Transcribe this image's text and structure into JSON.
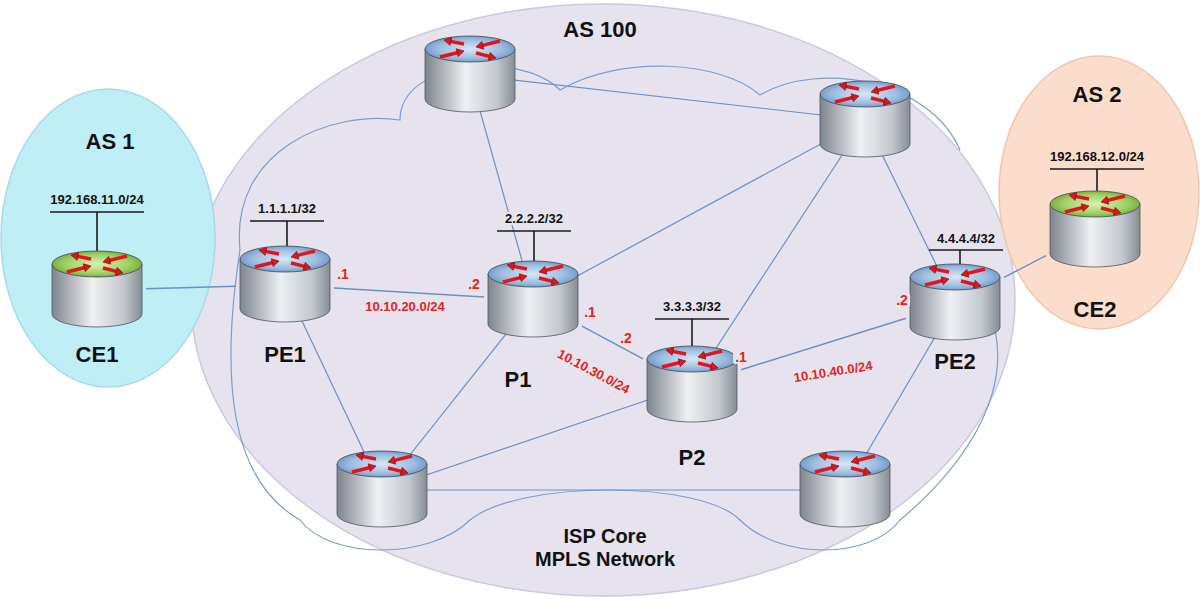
{
  "diagram": {
    "nodes": [
      {
        "text": [
          "AS 1"
        ]
      },
      {
        "text": [
          "AS 100",
          "ISP Core MPLS Network"
        ]
      },
      {
        "text": [
          "AS 2"
        ]
      },
      {
        "text": [
          "CE1"
        ],
        "in": 0
      },
      {
        "text": [
          "PE1"
        ],
        "in": 1
      },
      {
        "text": [
          "P1"
        ],
        "in": 1
      },
      {
        "text": [
          "P2"
        ],
        "in": 1
      },
      {
        "text": [
          "PE2"
        ],
        "in": 1
      },
      {
        "text": [
          "CE2"
        ],
        "in": 2
      }
    ],
    "edges": [
      {
        "from": 3,
        "to": 4,
        "arrow": "none"
      },
      {
        "from": 4,
        "to": 5,
        "arrow": "none",
        "label": "10.10.20.0/24"
      },
      {
        "from": 5,
        "to": 6,
        "arrow": "none",
        "label": "10.10.30.0/24"
      },
      {
        "from": 6,
        "to": 7,
        "arrow": "none",
        "label": "10.10.40.0/24"
      },
      {
        "from": 7,
        "to": 8,
        "arrow": "none"
      }
    ],
    "labels": [
      "192.168.11.0/24",
      "1.1.1.1/32",
      "2.2.2.2/32",
      "3.3.3.3/32",
      "4.4.4.4/32",
      "192.168.12.0/24",
      ".1",
      ".2",
      ".1",
      ".2",
      ".1",
      ".2"
    ]
  }
}
